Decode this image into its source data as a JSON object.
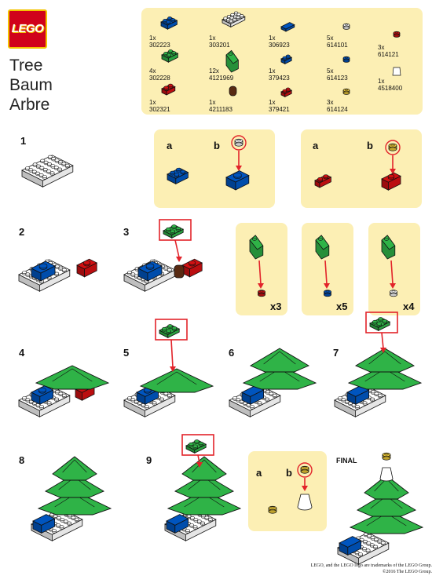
{
  "brand": {
    "logo_text": "LEGO"
  },
  "title": {
    "en": "Tree",
    "de": "Baum",
    "fr": "Arbre"
  },
  "parts": [
    {
      "qty": "1x",
      "id": "302223"
    },
    {
      "qty": "4x",
      "id": "302228"
    },
    {
      "qty": "1x",
      "id": "302321"
    },
    {
      "qty": "1x",
      "id": "303201"
    },
    {
      "qty": "12x",
      "id": "4121969"
    },
    {
      "qty": "1x",
      "id": "4211183"
    },
    {
      "qty": "1x",
      "id": "306923"
    },
    {
      "qty": "1x",
      "id": "379423"
    },
    {
      "qty": "1x",
      "id": "379421"
    },
    {
      "qty": "5x",
      "id": "614101"
    },
    {
      "qty": "5x",
      "id": "614123"
    },
    {
      "qty": "3x",
      "id": "614124"
    },
    {
      "qty": "3x",
      "id": "614121"
    },
    {
      "qty": "1x",
      "id": "4518400"
    }
  ],
  "steps": {
    "s1": "1",
    "s2": "2",
    "s3": "3",
    "s4": "4",
    "s5": "5",
    "s6": "6",
    "s7": "7",
    "s8": "8",
    "s9": "9",
    "final": "FINAL"
  },
  "substeps": {
    "a": "a",
    "b": "b"
  },
  "multipliers": {
    "red": "x3",
    "blue": "x5",
    "white": "x4"
  },
  "footer": {
    "trademark": "LEGO, and the LEGO logo are trademarks of the LEGO Group.",
    "copyright": "©2016 The LEGO Group."
  },
  "colors": {
    "red": "#d01012",
    "blue": "#0055bf",
    "green": "#2fb347",
    "white": "#ffffff",
    "yellow": "#f2cd37",
    "brown": "#582a12",
    "panel": "#fcefb4"
  }
}
